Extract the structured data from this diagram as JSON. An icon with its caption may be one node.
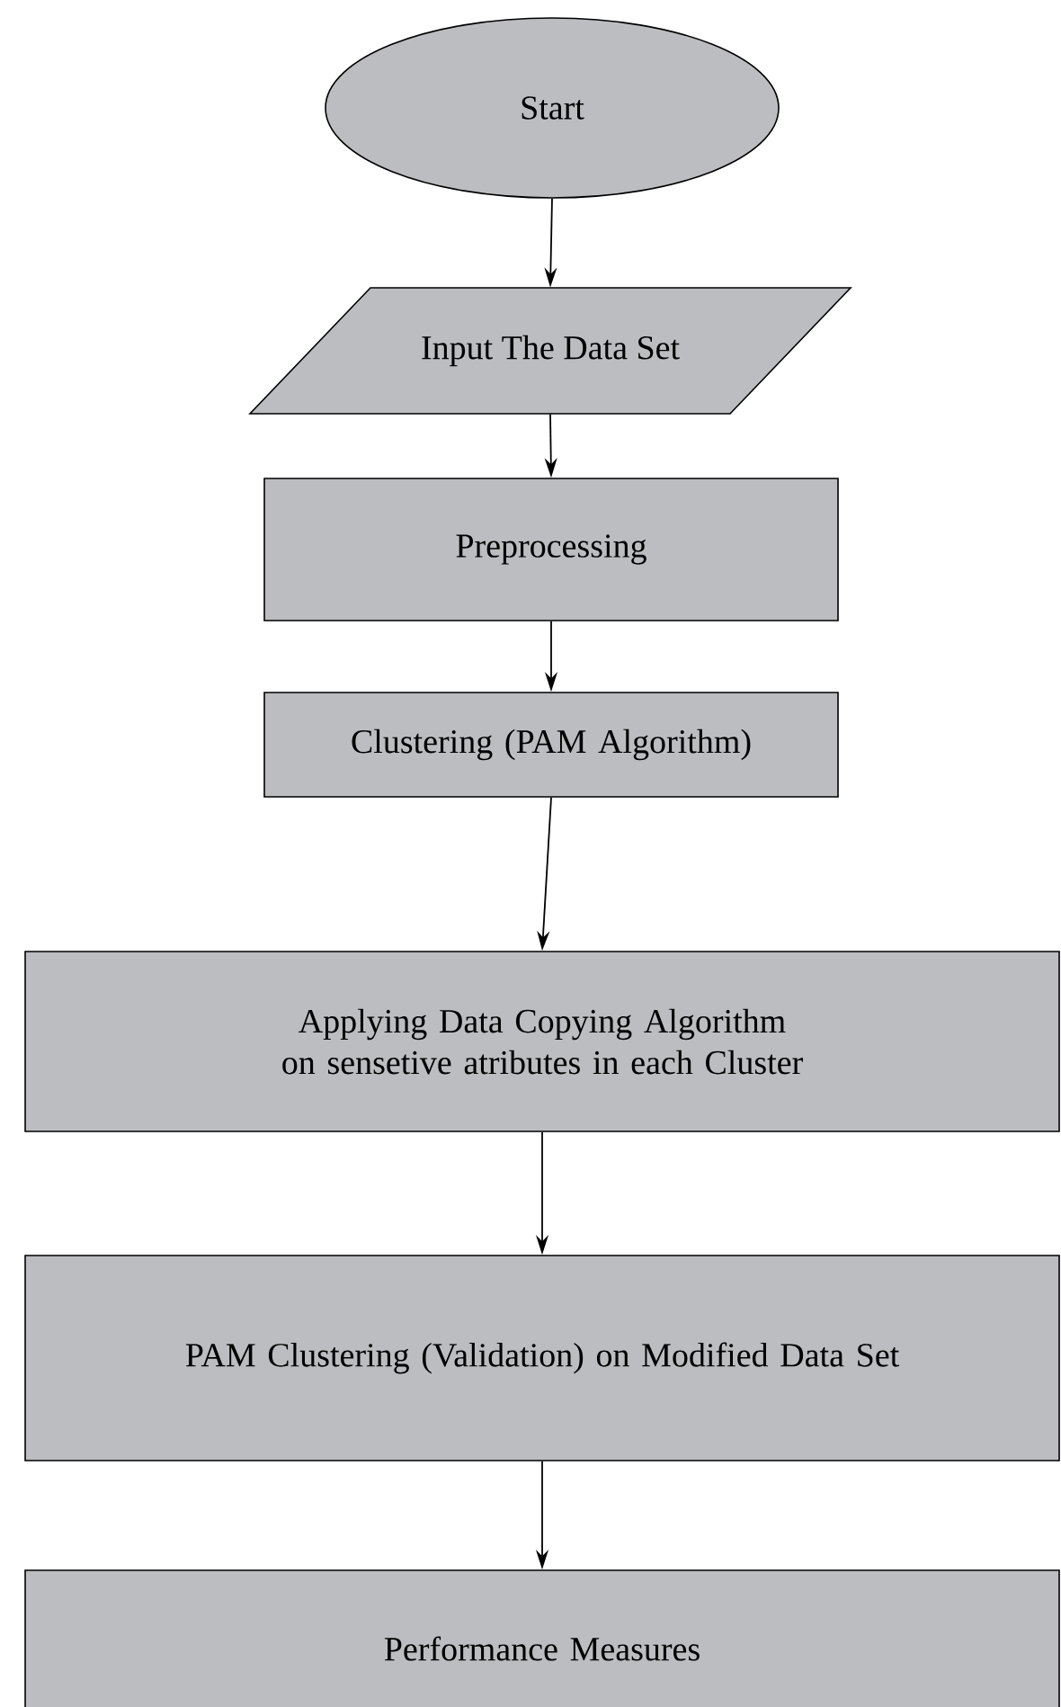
{
  "diagram": {
    "nodes": [
      {
        "text": [
          "Start"
        ]
      },
      {
        "text": [
          "Input The Data Set"
        ]
      },
      {
        "text": [
          "Preprocessing"
        ]
      },
      {
        "text": [
          "Clustering (PAM Algorithm)"
        ]
      },
      {
        "text": [
          "Applying Data Copying Algorithm on sensetive atributes in each Cluster"
        ]
      },
      {
        "text": [
          "PAM Clustering (Validation) on Modified Data Set"
        ]
      },
      {
        "text": [
          "Performance Measures"
        ]
      }
    ],
    "edges": [
      {
        "from": 0,
        "to": 1,
        "arrow": "to"
      },
      {
        "from": 1,
        "to": 2,
        "arrow": "to"
      },
      {
        "from": 2,
        "to": 3,
        "arrow": "to"
      },
      {
        "from": 3,
        "to": 4,
        "arrow": "to"
      },
      {
        "from": 4,
        "to": 5,
        "arrow": "to"
      },
      {
        "from": 5,
        "to": 6,
        "arrow": "to"
      }
    ]
  }
}
